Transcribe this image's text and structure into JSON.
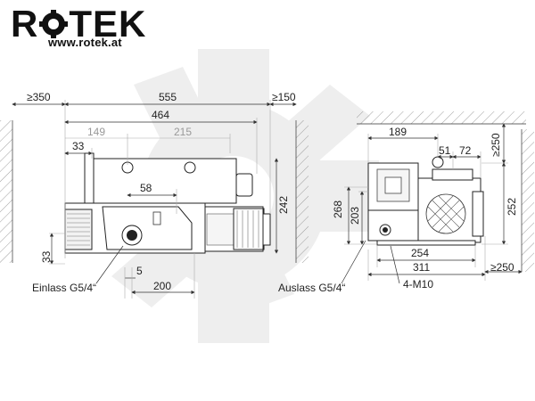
{
  "brand": {
    "name_pre": "R",
    "name_post": "TEK",
    "url": "www.rotek.at"
  },
  "dimensions": {
    "side": {
      "clear_left": "≥350",
      "overall": "555",
      "clear_right": "≥150",
      "d464": "464",
      "d149": "149",
      "d215": "215",
      "d33_top": "33",
      "d58": "58",
      "d242": "242",
      "d33_left": "33",
      "d5": "5",
      "d200": "200"
    },
    "front": {
      "d189": "189",
      "d51": "51",
      "d72": "72",
      "clear_top": "≥250",
      "d268": "268",
      "d203": "203",
      "d252": "252",
      "d254": "254",
      "d311": "311",
      "clear_bottom": "≥250"
    }
  },
  "labels": {
    "inlet": "Einlass G5/4“",
    "outlet": "Auslass G5/4“",
    "mount": "4-M10"
  },
  "colors": {
    "watermark": "#eeeeee",
    "line": "#333333",
    "grey_dim": "#999999"
  }
}
